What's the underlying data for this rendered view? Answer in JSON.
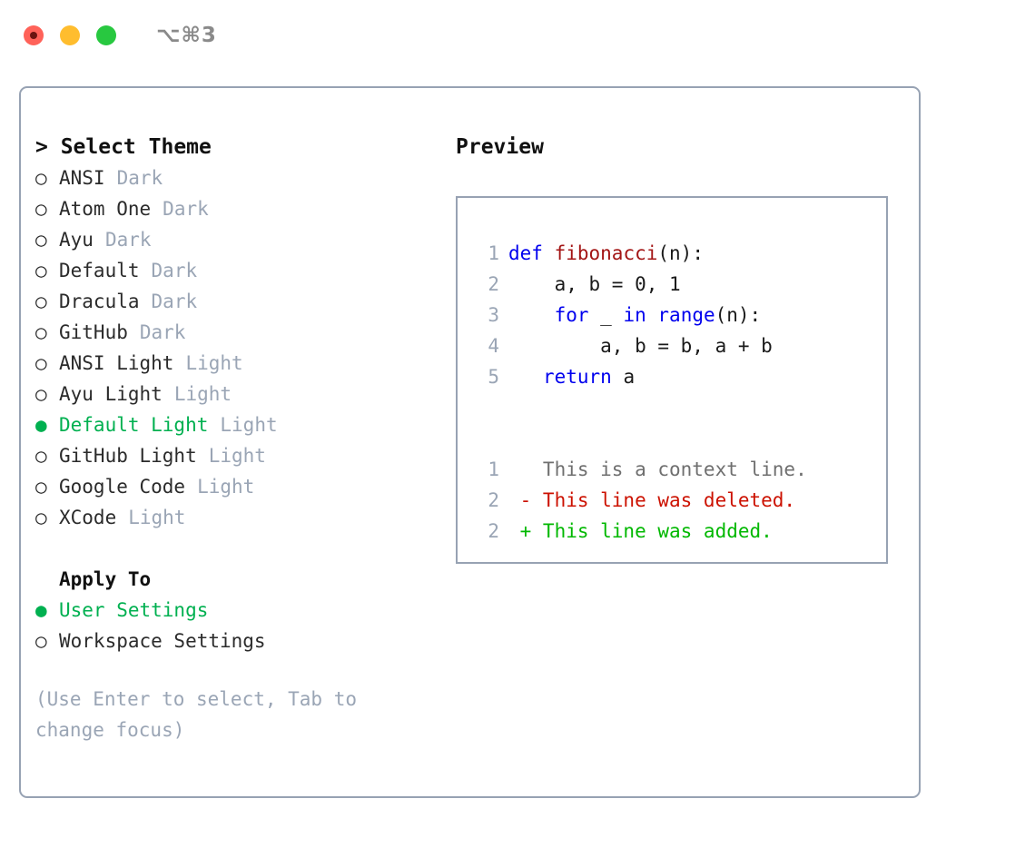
{
  "titlebar": {
    "shortcut": "⌥⌘3",
    "lights": [
      {
        "name": "close-button",
        "color": "#ff6259",
        "recording": true
      },
      {
        "name": "minimize-button",
        "color": "#ffbd2e",
        "recording": false
      },
      {
        "name": "maximize-button",
        "color": "#28c840",
        "recording": false
      }
    ]
  },
  "colors": {
    "accent_green": "#00b050",
    "muted": "#9aa5b5",
    "border": "#97a2b3",
    "keyword_blue": "#0000ee",
    "function_red": "#a31515",
    "diff_delete": "#cc1100",
    "diff_add": "#00b800"
  },
  "theme_list": {
    "header": "> Select Theme",
    "items": [
      {
        "label": "ANSI",
        "tag": "Dark",
        "selected": false
      },
      {
        "label": "Atom One",
        "tag": "Dark",
        "selected": false
      },
      {
        "label": "Ayu",
        "tag": "Dark",
        "selected": false
      },
      {
        "label": "Default",
        "tag": "Dark",
        "selected": false
      },
      {
        "label": "Dracula",
        "tag": "Dark",
        "selected": false
      },
      {
        "label": "GitHub",
        "tag": "Dark",
        "selected": false
      },
      {
        "label": "ANSI Light",
        "tag": "Light",
        "selected": false
      },
      {
        "label": "Ayu Light",
        "tag": "Light",
        "selected": false
      },
      {
        "label": "Default Light",
        "tag": "Light",
        "selected": true
      },
      {
        "label": "GitHub Light",
        "tag": "Light",
        "selected": false
      },
      {
        "label": "Google Code",
        "tag": "Light",
        "selected": false
      },
      {
        "label": "XCode",
        "tag": "Light",
        "selected": false
      }
    ],
    "bullet_unselected": "○",
    "bullet_selected": "●"
  },
  "apply_to": {
    "header": "Apply To",
    "items": [
      {
        "label": "User Settings",
        "selected": true
      },
      {
        "label": "Workspace Settings",
        "selected": false
      }
    ]
  },
  "hint": "(Use Enter to select, Tab to change focus)",
  "preview": {
    "title": "Preview",
    "code_lines": [
      {
        "no": "1",
        "tokens": [
          {
            "t": "def",
            "c": "kw"
          },
          {
            "t": " ",
            "c": "plain"
          },
          {
            "t": "fibonacci",
            "c": "fn"
          },
          {
            "t": "(n):",
            "c": "plain"
          }
        ]
      },
      {
        "no": "2",
        "tokens": [
          {
            "t": "    a, b = 0, 1",
            "c": "plain"
          }
        ]
      },
      {
        "no": "3",
        "tokens": [
          {
            "t": "    ",
            "c": "plain"
          },
          {
            "t": "for",
            "c": "kw"
          },
          {
            "t": " _ ",
            "c": "plain"
          },
          {
            "t": "in",
            "c": "kw"
          },
          {
            "t": " ",
            "c": "plain"
          },
          {
            "t": "range",
            "c": "kw"
          },
          {
            "t": "(n):",
            "c": "plain"
          }
        ]
      },
      {
        "no": "4",
        "tokens": [
          {
            "t": "        a, b = b, a + b",
            "c": "plain"
          }
        ]
      },
      {
        "no": "5",
        "tokens": [
          {
            "t": "   ",
            "c": "plain"
          },
          {
            "t": "return",
            "c": "kw"
          },
          {
            "t": " a",
            "c": "plain"
          }
        ]
      }
    ],
    "diff_lines": [
      {
        "no": "1",
        "marker": " ",
        "text": "This is a context line.",
        "kind": "ctx"
      },
      {
        "no": "2",
        "marker": "-",
        "text": "This line was deleted.",
        "kind": "del"
      },
      {
        "no": "2",
        "marker": "+",
        "text": "This line was added.",
        "kind": "add"
      }
    ]
  }
}
